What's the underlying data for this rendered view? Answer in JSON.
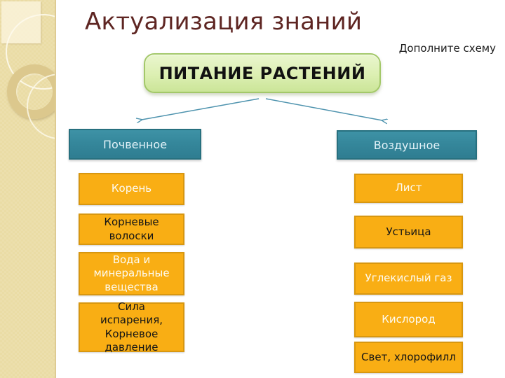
{
  "slide": {
    "title": "Актуализация знаний",
    "instruction": "Дополните схему"
  },
  "diagram": {
    "root": "ПИТАНИЕ РАСТЕНИЙ",
    "branches": {
      "left": "Почвенное",
      "right": "Воздушное"
    },
    "left_items": [
      "Корень",
      "Корневые волоски",
      "Вода и минеральные вещества",
      "Сила испарения, Корневое давление"
    ],
    "right_items": [
      "Лист",
      "Устьица",
      "Углекислый газ",
      "Кислород",
      "Свет, хлорофилл"
    ]
  },
  "colors": {
    "title_text": "#5E2522",
    "root_box_fill_top": "#EAF6CE",
    "root_box_fill_bottom": "#CBE598",
    "root_box_border": "#A3C869",
    "branch_box_fill": "#35879B",
    "branch_box_border": "#27707F",
    "item_box_fill": "#F9AE14",
    "item_box_border": "#D89710",
    "arrow": "#4E93AE",
    "sidebar_background": "#EADCA5"
  }
}
